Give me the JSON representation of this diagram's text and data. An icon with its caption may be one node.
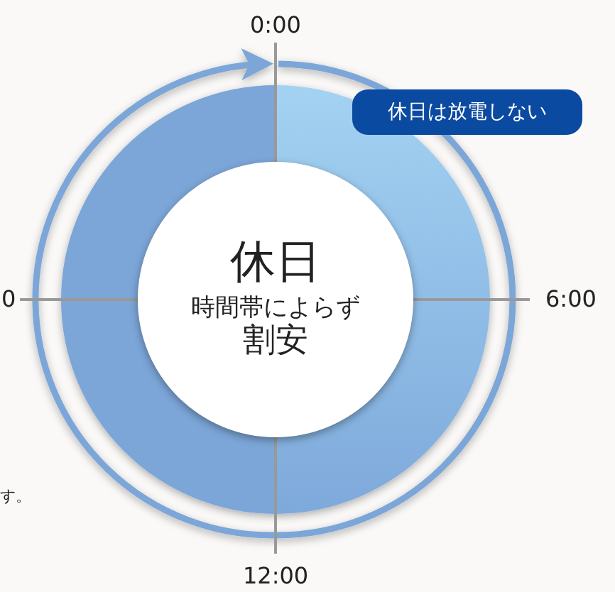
{
  "diagram": {
    "nodes": [
      {
        "text": [
          "休日",
          "時間帯によらず",
          "割安"
        ]
      },
      {
        "text": [
          "休日は放電しない"
        ]
      }
    ],
    "labels": [
      "0:00",
      "0",
      "6:00",
      "す。",
      "12:00"
    ]
  }
}
